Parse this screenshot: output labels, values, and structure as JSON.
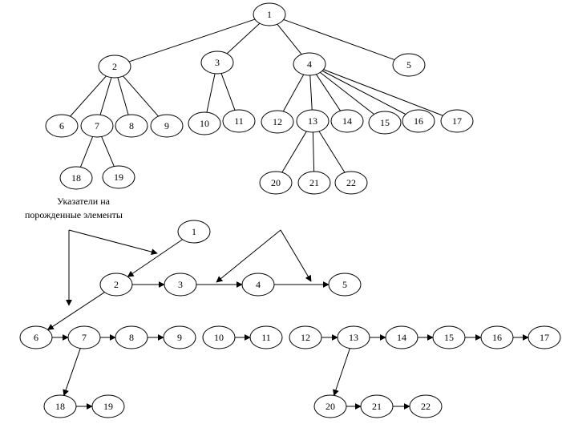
{
  "caption": {
    "line1": "Указатели на",
    "line2": "порожденные элементы"
  },
  "tree": {
    "nodes": [
      "1",
      "2",
      "3",
      "4",
      "5",
      "6",
      "7",
      "8",
      "9",
      "10",
      "11",
      "12",
      "13",
      "14",
      "15",
      "16",
      "17",
      "18",
      "19",
      "20",
      "21",
      "22"
    ],
    "edges": [
      [
        "1",
        "2"
      ],
      [
        "1",
        "3"
      ],
      [
        "1",
        "4"
      ],
      [
        "1",
        "5"
      ],
      [
        "2",
        "6"
      ],
      [
        "2",
        "7"
      ],
      [
        "2",
        "8"
      ],
      [
        "2",
        "9"
      ],
      [
        "3",
        "10"
      ],
      [
        "3",
        "11"
      ],
      [
        "4",
        "12"
      ],
      [
        "4",
        "13"
      ],
      [
        "4",
        "14"
      ],
      [
        "4",
        "15"
      ],
      [
        "4",
        "16"
      ],
      [
        "4",
        "17"
      ],
      [
        "7",
        "18"
      ],
      [
        "7",
        "19"
      ],
      [
        "13",
        "20"
      ],
      [
        "13",
        "21"
      ],
      [
        "13",
        "22"
      ]
    ]
  },
  "linked": {
    "nodes": [
      "1",
      "2",
      "3",
      "4",
      "5",
      "6",
      "7",
      "8",
      "9",
      "10",
      "11",
      "12",
      "13",
      "14",
      "15",
      "16",
      "17",
      "18",
      "19",
      "20",
      "21",
      "22"
    ],
    "chains": [
      [
        "2",
        "3",
        "4",
        "5"
      ],
      [
        "6",
        "7",
        "8",
        "9"
      ],
      [
        "10",
        "11"
      ],
      [
        "12",
        "13",
        "14",
        "15",
        "16",
        "17"
      ],
      [
        "18",
        "19"
      ],
      [
        "20",
        "21",
        "22"
      ]
    ],
    "child_pointers": [
      [
        "1",
        "2"
      ],
      [
        "2",
        "6"
      ],
      [
        "7",
        "18"
      ],
      [
        "13",
        "20"
      ]
    ]
  }
}
